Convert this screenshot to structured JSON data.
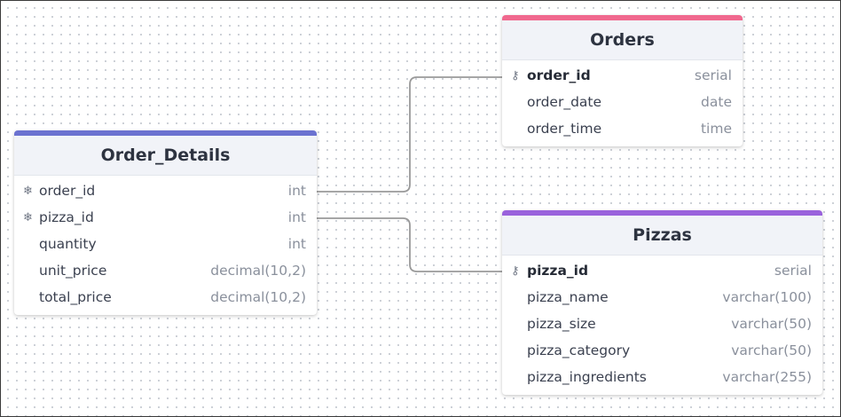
{
  "colors": {
    "order_details_accent": "#6b72d0",
    "orders_accent": "#f0688e",
    "pizzas_accent": "#9a62dc",
    "connector": "#999999"
  },
  "tables": {
    "order_details": {
      "title": "Order_Details",
      "columns": [
        {
          "name": "order_id",
          "type": "int",
          "icon": "snowflake-icon",
          "icon_glyph": "❄"
        },
        {
          "name": "pizza_id",
          "type": "int",
          "icon": "snowflake-icon",
          "icon_glyph": "❄"
        },
        {
          "name": "quantity",
          "type": "int"
        },
        {
          "name": "unit_price",
          "type": "decimal(10,2)"
        },
        {
          "name": "total_price",
          "type": "decimal(10,2)"
        }
      ]
    },
    "orders": {
      "title": "Orders",
      "columns": [
        {
          "name": "order_id",
          "type": "serial",
          "icon": "key-icon",
          "icon_glyph": "⚷",
          "primary": true
        },
        {
          "name": "order_date",
          "type": "date"
        },
        {
          "name": "order_time",
          "type": "time"
        }
      ]
    },
    "pizzas": {
      "title": "Pizzas",
      "columns": [
        {
          "name": "pizza_id",
          "type": "serial",
          "icon": "key-icon",
          "icon_glyph": "⚷",
          "primary": true
        },
        {
          "name": "pizza_name",
          "type": "varchar(100)"
        },
        {
          "name": "pizza_size",
          "type": "varchar(50)"
        },
        {
          "name": "pizza_category",
          "type": "varchar(50)"
        },
        {
          "name": "pizza_ingredients",
          "type": "varchar(255)"
        }
      ]
    }
  },
  "relationships": [
    {
      "from": "order_details.order_id",
      "to": "orders.order_id"
    },
    {
      "from": "order_details.pizza_id",
      "to": "pizzas.pizza_id"
    }
  ]
}
